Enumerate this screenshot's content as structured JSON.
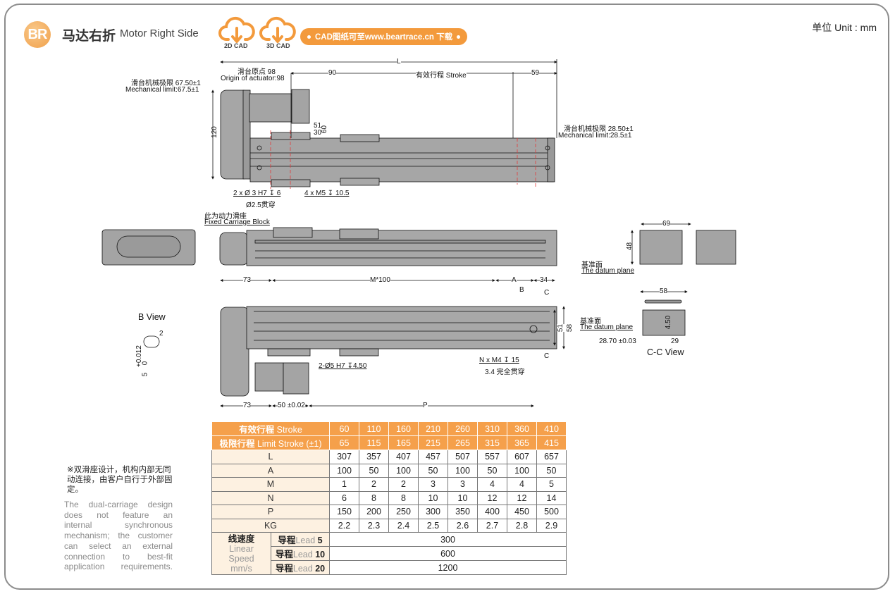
{
  "header": {
    "badge": "BR",
    "title_cn": "马达右折",
    "title_en": "Motor Right Side",
    "cad_buttons": [
      {
        "label": "2D CAD",
        "icon": "cloud-download-icon"
      },
      {
        "label": "3D CAD",
        "icon": "cloud-download-icon"
      }
    ],
    "cad_link": "CAD图纸可至www.beartrace.cn 下载",
    "unit": "单位  Unit : mm"
  },
  "colors": {
    "accent": "#f39a3c",
    "header_row": "#f5a04b",
    "label_cell_bg": "#fdf1e1",
    "body_grey": "#a4a4a4",
    "datum_red": "#e33b3b"
  },
  "top_view": {
    "dim_L": "L",
    "dim_90": "90",
    "dim_stroke": "有效行程 Stroke",
    "dim_59": "59",
    "origin_cn": "滑台原点 98",
    "origin_en": "Origin of actuator:98",
    "mech_limit_left_cn": "滑台机械极限 67.50±1",
    "mech_limit_left_en": "Mechanical limit:67.5±1",
    "mech_limit_right_cn": "滑台机械极限 28.50±1",
    "mech_limit_right_en": "Mechanical limit:28.5±1",
    "dim_120": "120",
    "dim_51": "51",
    "dim_30": "30",
    "dim_60": "60",
    "hole_note_1": "2 x Ø 3 H7 ↧ 6",
    "hole_note_1b": "Ø2.5贯穿",
    "hole_note_2": "4 x  M5 ↧ 10.5"
  },
  "side_view": {
    "carriage_cn": "此为动力滑座",
    "carriage_en": "Fixed Carriage Block"
  },
  "end_view": {
    "dim_69": "69",
    "dim_48": "48",
    "datum_cn": "基准面",
    "datum_en": "The datum plane"
  },
  "bottom_view": {
    "dim_73_top": "73",
    "dim_M100": "M*100",
    "dim_A": "A",
    "dim_34": "34",
    "label_B": "B",
    "label_C": "C",
    "dim_51": "51",
    "dim_58": "58",
    "hole_note_nm4": "N x M4 ↧ 15",
    "hole_note_nm4b": "3.4 完全贯穿",
    "hole_note_pin": "2-Ø5 H7 ↧4.50",
    "dim_73_bottom": "73",
    "dim_50": "50 ±0.02",
    "dim_P": "P"
  },
  "b_view": {
    "title": "B View",
    "dim_2": "2",
    "tol": "+0.012",
    "tol2": "0",
    "nominal": "5"
  },
  "cc_view": {
    "title": "C-C View",
    "dim_58": "58",
    "dim_450": "4.50",
    "dim_2870": "28.70 ±0.03",
    "dim_29": "29",
    "datum_cn": "基准面",
    "datum_en": "The datum plane"
  },
  "notes": {
    "cn": "※双滑座设计，机构内部无同动连接，由客户自行于外部固定。",
    "en_lines": [
      "The dual-carriage design",
      "does not feature an",
      "internal synchronous",
      "mechanism; the customer",
      "can select an external",
      "connection to best-fit",
      "application requirements."
    ]
  },
  "spec_table": {
    "stroke_label_cn": "有效行程",
    "stroke_label_en": "Stroke",
    "stroke": [
      "60",
      "110",
      "160",
      "210",
      "260",
      "310",
      "360",
      "410"
    ],
    "limit_label_cn": "极限行程",
    "limit_label_en": "Limit Stroke (±1)",
    "limit": [
      "65",
      "115",
      "165",
      "215",
      "265",
      "315",
      "365",
      "415"
    ],
    "rows": [
      {
        "label": "L",
        "values": [
          "307",
          "357",
          "407",
          "457",
          "507",
          "557",
          "607",
          "657"
        ]
      },
      {
        "label": "A",
        "values": [
          "100",
          "50",
          "100",
          "50",
          "100",
          "50",
          "100",
          "50"
        ]
      },
      {
        "label": "M",
        "values": [
          "1",
          "2",
          "2",
          "3",
          "3",
          "4",
          "4",
          "5"
        ]
      },
      {
        "label": "N",
        "values": [
          "6",
          "8",
          "8",
          "10",
          "10",
          "12",
          "12",
          "14"
        ]
      },
      {
        "label": "P",
        "values": [
          "150",
          "200",
          "250",
          "300",
          "350",
          "400",
          "450",
          "500"
        ]
      },
      {
        "label": "KG",
        "values": [
          "2.2",
          "2.3",
          "2.4",
          "2.5",
          "2.6",
          "2.7",
          "2.8",
          "2.9"
        ]
      }
    ],
    "speed_cn": "线速度",
    "speed_en1": "Linear",
    "speed_en2": "Speed",
    "speed_unit": "mm/s",
    "leads": [
      {
        "cn": "导程",
        "en": "Lead",
        "num": "5",
        "speed": "300"
      },
      {
        "cn": "导程",
        "en": "Lead",
        "num": "10",
        "speed": "600"
      },
      {
        "cn": "导程",
        "en": "Lead",
        "num": "20",
        "speed": "1200"
      }
    ]
  }
}
